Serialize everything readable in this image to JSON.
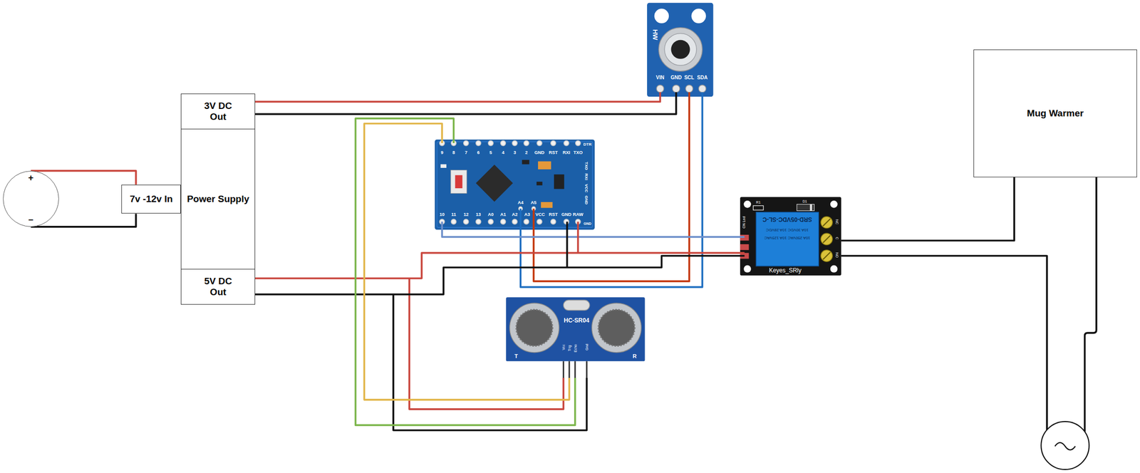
{
  "diagram": {
    "nodes": [
      {
        "text": [
          "+",
          "–"
        ]
      },
      {
        "text": [
          "7v -12v In"
        ]
      },
      {
        "text": [
          "Power Supply"
        ]
      },
      {
        "text": [
          "3V DC Out"
        ],
        "in": 2
      },
      {
        "text": [
          "5V DC Out"
        ],
        "in": 2
      },
      {
        "text": [
          "Mug Warmer"
        ]
      }
    ],
    "edges": [
      {
        "from": 0,
        "to": 1,
        "arrow": "none"
      },
      {
        "from": 0,
        "to": 1,
        "arrow": "none"
      }
    ],
    "labels": [
      "HW",
      "VIN",
      "GND",
      "SCL",
      "SDA",
      "9",
      "8",
      "7",
      "6",
      "5",
      "4",
      "3",
      "2",
      "GND",
      "RST",
      "RXI",
      "TXO",
      "DTR",
      "TXO",
      "RXI",
      "VCC",
      "GND",
      "A4",
      "A5",
      "10",
      "11",
      "12",
      "13",
      "A0",
      "A1",
      "A2",
      "A3",
      "VCC",
      "RST",
      "GND",
      "RAW",
      "GND",
      "ON Led",
      "R1",
      "D1",
      "SRD-05VDC-SL-C",
      "10A 30VDC 10A 28VDC",
      "10A 250VAC 10A 125VAC",
      "NC",
      "C",
      "NO",
      "Keyes_SRly",
      "HC-SR04",
      "T",
      "R",
      "Vcc",
      "Trig",
      "Echo",
      "Gnd"
    ]
  }
}
